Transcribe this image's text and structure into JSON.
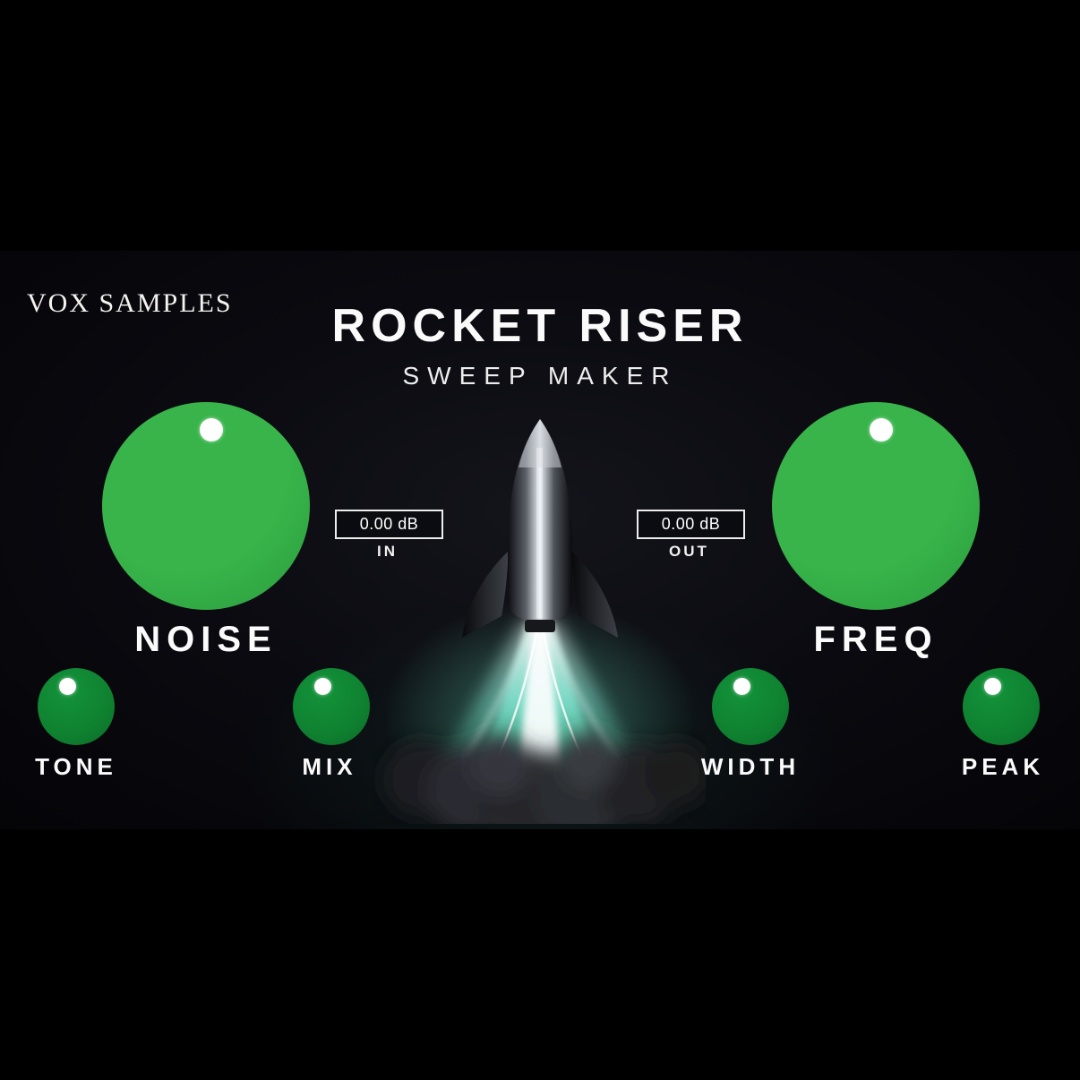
{
  "brand": "VOX SAMPLES",
  "header": {
    "title": "ROCKET RISER",
    "subtitle": "SWEEP MAKER"
  },
  "meters": {
    "in": {
      "value": "0.00 dB",
      "label": "IN"
    },
    "out": {
      "value": "0.00 dB",
      "label": "OUT"
    }
  },
  "knobs": {
    "noise": {
      "label": "NOISE"
    },
    "freq": {
      "label": "FREQ"
    },
    "tone": {
      "label": "TONE"
    },
    "mix": {
      "label": "MIX"
    },
    "width": {
      "label": "WIDTH"
    },
    "peak": {
      "label": "PEAK"
    }
  },
  "colors": {
    "knob_large": "#38b44a",
    "knob_small": "#0f8130",
    "flame_accent": "#5ee8c8",
    "background": "#000000"
  }
}
